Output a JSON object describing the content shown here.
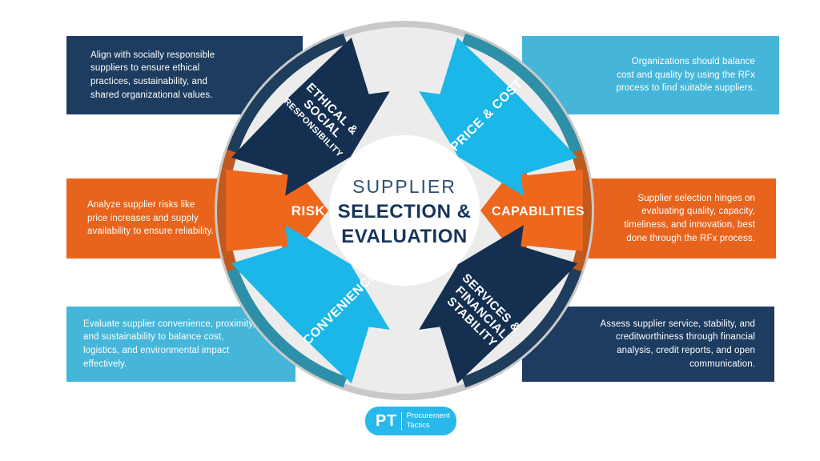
{
  "title": "Supplier Selection & Evaluation infographic",
  "palette": {
    "background": "#ffffff",
    "navy_box": "#1d3c60",
    "navy_arrow": "#142f50",
    "navy_arc": "#1f3d5c",
    "orange_box": "#e8641c",
    "orange_arrow": "#ed671d",
    "orange_arc": "#c05a1e",
    "cyan_arrow": "#1ab7e8",
    "teal_box": "#45b6d9",
    "teal_arc": "#2e8fa9",
    "wheel_fill": "#ececec",
    "wheel_rim": "#c9c9c9",
    "center_text": "#16345a",
    "logo_pill": "#29b8ea"
  },
  "wheel": {
    "center": {
      "line1": "SUPPLIER",
      "line2": "SELECTION &",
      "line3": "EVALUATION"
    },
    "arrows": {
      "risk": {
        "label": "RISK"
      },
      "capabilities": {
        "label": "CAPABILITIES"
      },
      "ethical": {
        "lines": [
          "ETHICAL &",
          "SOCIAL",
          "RESPONSIBILITY"
        ]
      },
      "price": {
        "label": "PRICE & COST"
      },
      "convenience": {
        "label": "CONVENIENCE"
      },
      "services": {
        "lines": [
          "SERVICES &",
          "FINANCIAL",
          "STABILITY"
        ]
      }
    }
  },
  "boxes": {
    "top_left": {
      "text": "Align with socially responsible suppliers to ensure ethical practices, sustainability, and shared organizational values."
    },
    "top_right": {
      "text": "Organizations should balance cost and quality by using the RFx process to find suitable suppliers."
    },
    "mid_left": {
      "text": "Analyze supplier risks like price increases and supply availability to ensure reliability."
    },
    "mid_right": {
      "text": "Supplier selection hinges on evaluating quality, capacity, timeliness, and innovation, best done through the RFx process."
    },
    "bottom_left": {
      "text": "Evaluate supplier convenience, proximity, and sustainability to balance cost, logistics, and environmental impact effectively."
    },
    "bottom_right": {
      "text": "Assess supplier service, stability, and creditworthiness through financial analysis, credit reports, and open communication."
    }
  },
  "logo": {
    "abbr": "PT",
    "name_line1": "Procurement",
    "name_line2": "Tactics"
  }
}
